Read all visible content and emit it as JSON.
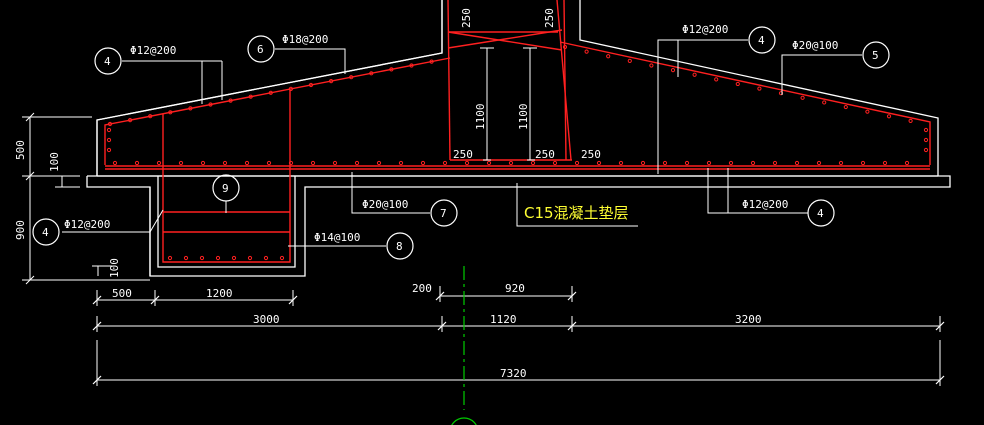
{
  "colors": {
    "background": "#000000",
    "outline": "#ffffff",
    "rebar": "#ff2020",
    "dim": "#ffffff",
    "note": "#ffff33",
    "axis": "#00cc00"
  },
  "callouts": [
    {
      "id": "c4a",
      "num": "4",
      "spec": "Φ12@200"
    },
    {
      "id": "c6",
      "num": "6",
      "spec": "Φ18@200"
    },
    {
      "id": "c4b",
      "num": "4",
      "spec": "Φ12@200"
    },
    {
      "id": "c5",
      "num": "5",
      "spec": "Φ20@100"
    },
    {
      "id": "c7",
      "num": "7",
      "spec": "Φ20@100"
    },
    {
      "id": "c4c",
      "num": "4",
      "spec": "Φ12@200"
    },
    {
      "id": "c9",
      "num": "9",
      "spec": ""
    },
    {
      "id": "c4d",
      "num": "4",
      "spec": "Φ12@200"
    },
    {
      "id": "c8",
      "num": "8",
      "spec": "Φ14@100"
    }
  ],
  "column_dims": {
    "top_left": "250",
    "top_right": "250",
    "h_left": "1100",
    "h_right": "1100",
    "b1": "250",
    "b2": "250",
    "b3": "250"
  },
  "note": "C15混凝土垫层",
  "left_dims": {
    "d500": "500",
    "d100": "100",
    "d900": "900",
    "d100b": "100"
  },
  "bottom_dims": {
    "row1": [
      "500",
      "1200"
    ],
    "row2a": [
      "200",
      "920"
    ],
    "row3": [
      "3000",
      "1120",
      "3200"
    ],
    "total": "7320"
  }
}
